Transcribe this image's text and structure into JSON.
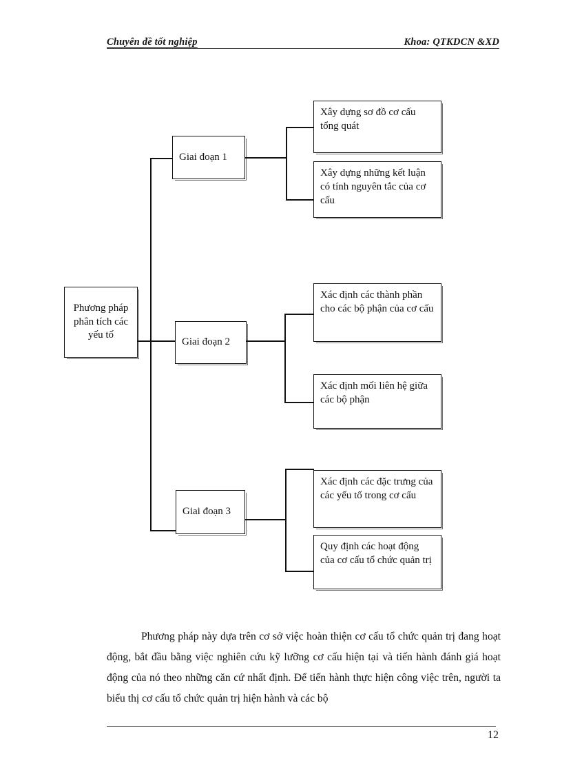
{
  "document": {
    "header": {
      "left": "Chuyên đề tốt nghiệp",
      "right": "Khoa: QTKDCN &XD"
    },
    "footer": {
      "page_number": "12"
    },
    "body": {
      "paragraph": "Phương pháp này dựa trên cơ sở việc hoàn thiện cơ cấu tổ chức quản trị đang hoạt động, bắt đầu bằng việc nghiên cứu kỹ lưỡng cơ cấu hiện tại và tiến hành đánh giá hoạt động của nó theo những căn cứ nhất định. Để tiến hành thực hiện công việc trên, người ta biểu thị cơ cấu tổ chức quản trị hiện hành và các bộ"
    },
    "diagram": {
      "root": "Phương pháp phân tích các yếu tố",
      "stages": [
        {
          "label": "Giai đoạn 1",
          "outputs": [
            "Xây dựng sơ đồ cơ cấu tổng quát",
            "Xây dựng những kết luận có tính nguyên tắc của cơ cấu"
          ]
        },
        {
          "label": "Giai đoạn 2",
          "outputs": [
            "Xác định các thành phần cho các bộ phận của cơ cấu",
            "Xác định mối liên hệ giữa các bộ phận"
          ]
        },
        {
          "label": "Giai đoạn 3",
          "outputs": [
            "Xác định  các đặc trưng của các yếu tố trong cơ cấu",
            "Quy định các hoạt động của cơ cấu tổ chức quản trị"
          ]
        }
      ]
    }
  }
}
